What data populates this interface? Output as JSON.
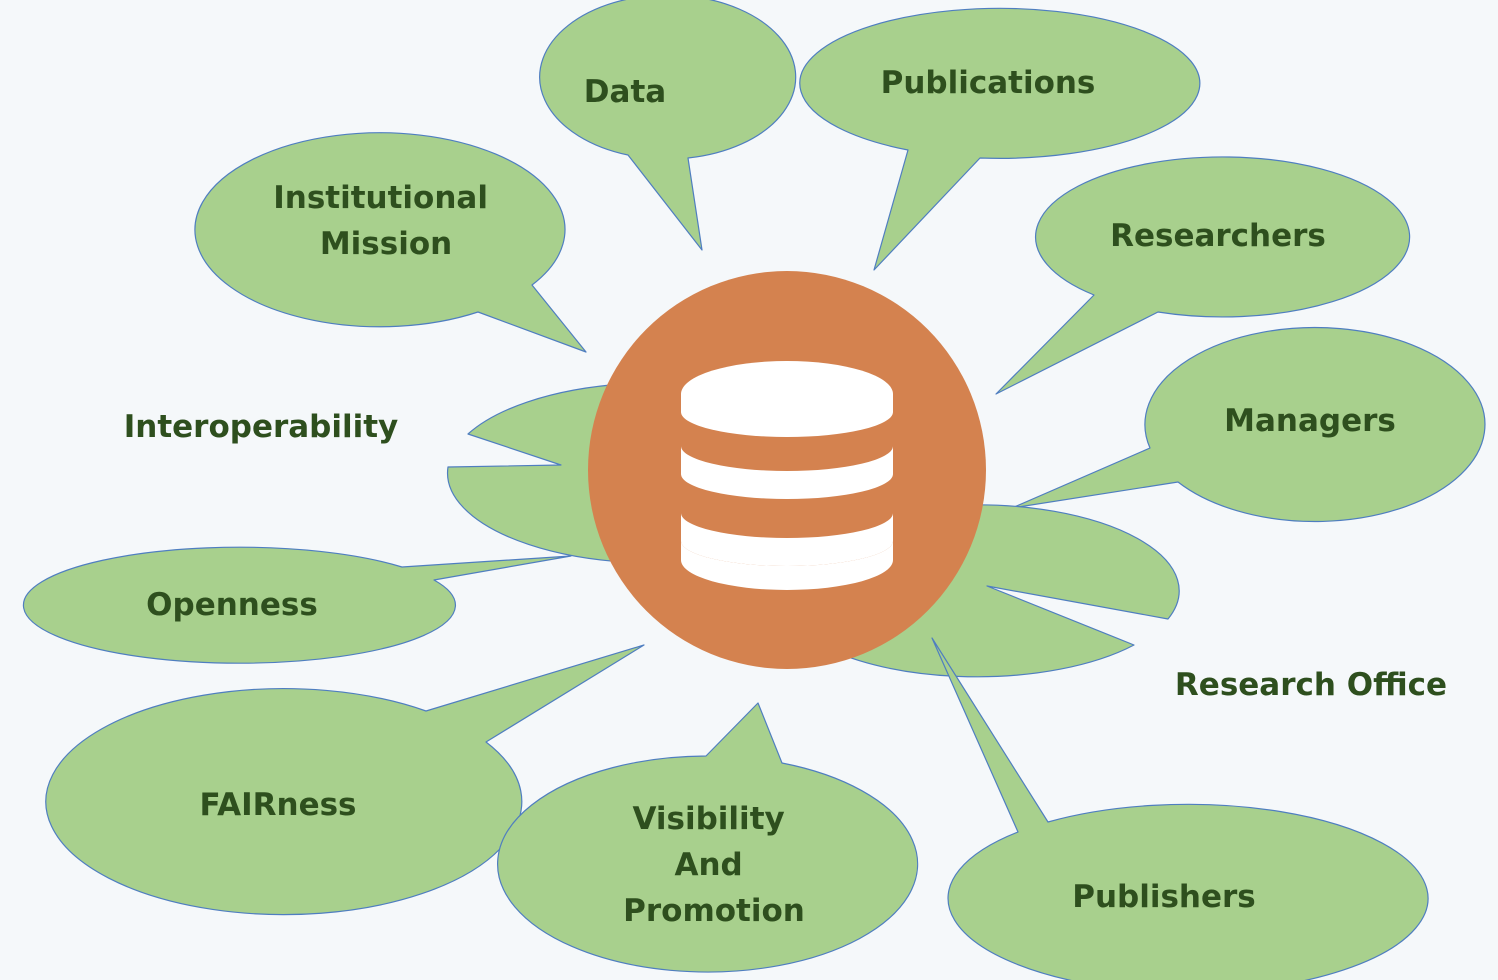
{
  "hub": {
    "icon": "database-icon",
    "color": "#d4824f"
  },
  "bubble_style": {
    "fill": "#a8d08d",
    "stroke": "#4f7ec0",
    "text_color": "#2e4f1e"
  },
  "bubbles": [
    {
      "id": "data",
      "lines": [
        "Data"
      ]
    },
    {
      "id": "publications",
      "lines": [
        "Publications"
      ]
    },
    {
      "id": "institutional-mission",
      "lines": [
        "Institutional",
        "Mission"
      ]
    },
    {
      "id": "researchers",
      "lines": [
        "Researchers"
      ]
    },
    {
      "id": "interoperability",
      "lines": [
        "Interoperability"
      ]
    },
    {
      "id": "managers",
      "lines": [
        "Managers"
      ]
    },
    {
      "id": "openness",
      "lines": [
        "Openness"
      ]
    },
    {
      "id": "research-office",
      "lines": [
        "Research Office"
      ]
    },
    {
      "id": "fairness",
      "lines": [
        "FAIRness"
      ]
    },
    {
      "id": "visibility",
      "lines": [
        "Visibility",
        "And",
        "Promotion"
      ]
    },
    {
      "id": "publishers",
      "lines": [
        "Publishers"
      ]
    }
  ]
}
